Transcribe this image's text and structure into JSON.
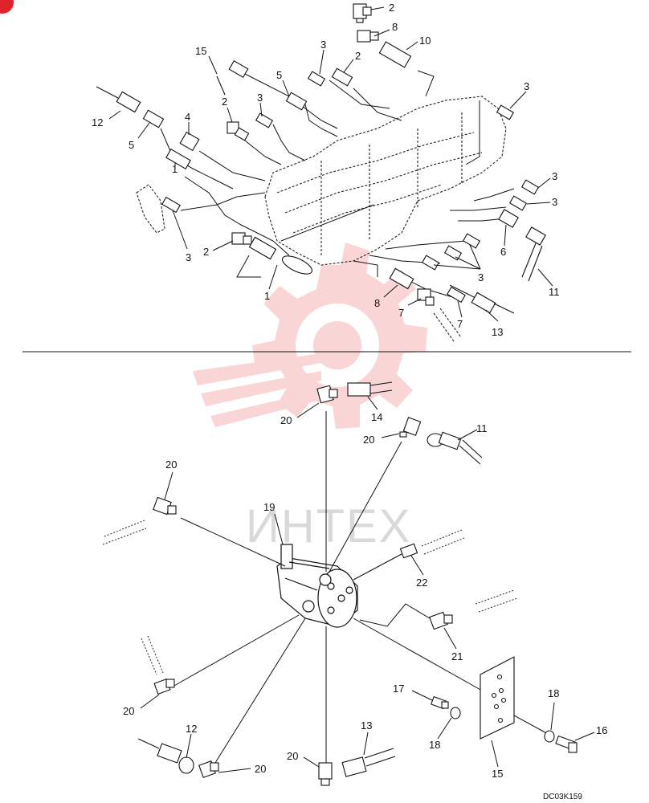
{
  "diagram_code": "DC03K159",
  "watermark": {
    "text": "ИНТЕХ",
    "color": "#f3b3b3"
  },
  "colors": {
    "line": "#111111",
    "dashed": "#222222",
    "badge": "#e0232b"
  },
  "top_section": {
    "callouts": [
      "2",
      "8",
      "10",
      "2",
      "3",
      "15",
      "5",
      "3",
      "3",
      "2",
      "12",
      "5",
      "4",
      "1",
      "3",
      "3",
      "3",
      "6",
      "11",
      "2",
      "1",
      "8",
      "7",
      "7",
      "13",
      "3"
    ]
  },
  "bottom_section": {
    "callouts": [
      "20",
      "14",
      "20",
      "11",
      "20",
      "19",
      "22",
      "21",
      "20",
      "17",
      "18",
      "18",
      "16",
      "12",
      "13",
      "20",
      "20",
      "15"
    ]
  }
}
